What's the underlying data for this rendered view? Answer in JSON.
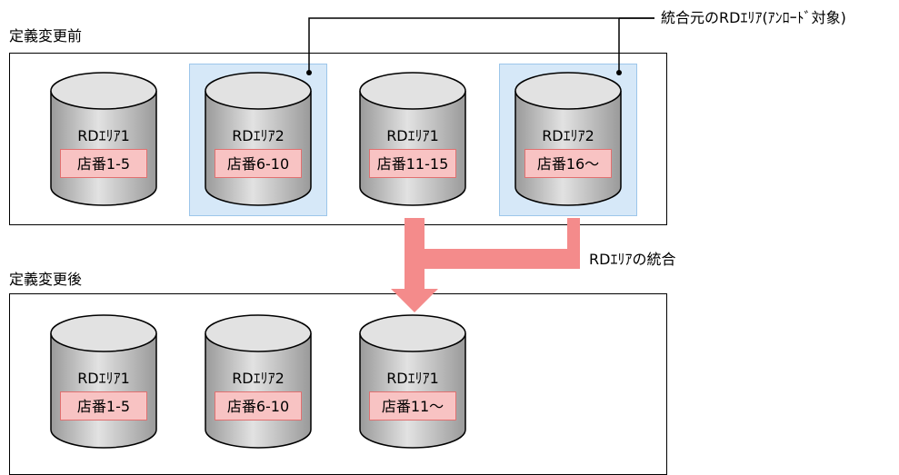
{
  "before": {
    "title": "定義変更前",
    "areas": [
      {
        "name": "RDｴﾘｱ1",
        "range": "店番1-5",
        "highlighted": false
      },
      {
        "name": "RDｴﾘｱ2",
        "range": "店番6-10",
        "highlighted": true
      },
      {
        "name": "RDｴﾘｱ1",
        "range": "店番11-15",
        "highlighted": false
      },
      {
        "name": "RDｴﾘｱ2",
        "range": "店番16～",
        "highlighted": true
      }
    ]
  },
  "after": {
    "title": "定義変更後",
    "areas": [
      {
        "name": "RDｴﾘｱ1",
        "range": "店番1-5"
      },
      {
        "name": "RDｴﾘｱ2",
        "range": "店番6-10"
      },
      {
        "name": "RDｴﾘｱ1",
        "range": "店番11～"
      }
    ]
  },
  "callout": "統合元のRDｴﾘｱ(ｱﾝﾛｰﾄﾞ対象)",
  "merge_label": "RDｴﾘｱの統合",
  "colors": {
    "highlight_fill": "#d6e8f8",
    "range_fill": "#f8c3c3",
    "arrow": "#f48b8b",
    "cylinder_dark": "#9a9a9a",
    "cylinder_light": "#e2e2e2"
  }
}
